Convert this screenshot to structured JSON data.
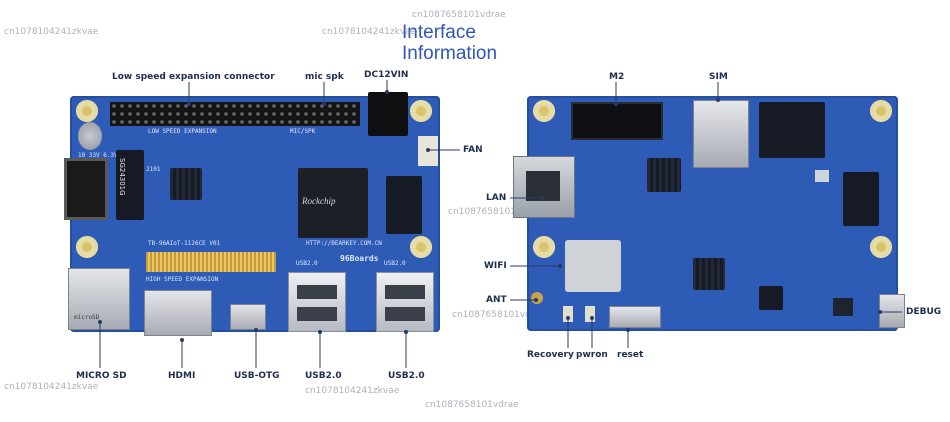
{
  "title": "Interface Information",
  "left_board": {
    "labels": {
      "low_speed": "Low speed expansion connector",
      "mic_spk": "mic spk",
      "dc12vin": "DC12VIN",
      "fan": "FAN",
      "micro_sd": "MICRO SD",
      "hdmi": "HDMI",
      "usb_otg": "USB-OTG",
      "usb1": "USB2.0",
      "usb2": "USB2.0"
    },
    "silkscreen": {
      "chip_part": "SG24301G",
      "chip_code": "2101",
      "soc_brand": "Rockchip",
      "low_speed_silk": "LOW SPEED EXPANSION",
      "mic_silk": "MIC/SPK",
      "board_model": "TB-96AIoT-1126CE V01",
      "url": "HTTP://BEARKEY.COM.CN",
      "brand": "96Boards",
      "high_speed_silk": "HIGH SPEED EXPANSION",
      "micro_sd_silk": "microSD",
      "usb_silk_1": "USB2.0",
      "usb_silk_2": "USB2.0",
      "cap_label": "10 33V 6.3V"
    }
  },
  "right_board": {
    "labels": {
      "m2": "M2",
      "sim": "SIM",
      "lan": "LAN",
      "wifi": "WIFI",
      "ant": "ANT",
      "debug": "DEBUG",
      "recovery": "Recovery",
      "pwron": "pwron",
      "reset": "reset"
    }
  },
  "watermarks": [
    "cn1078104241zkvae",
    "cn1087658101vdrae"
  ],
  "colors": {
    "pcb": "#2d5bb5",
    "title": "#2f56b8",
    "label": "#1f2d4f",
    "pad": "#d8c56a"
  }
}
